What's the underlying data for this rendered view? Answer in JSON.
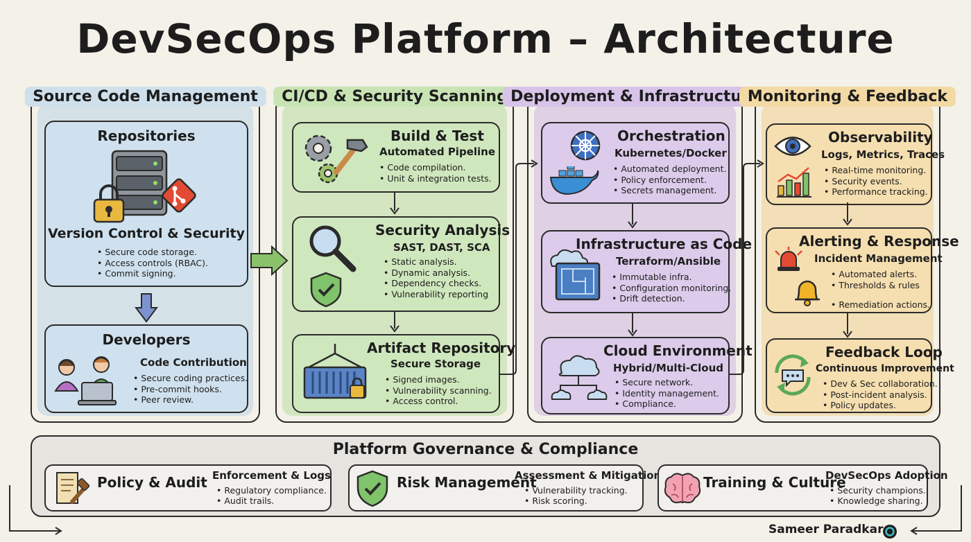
{
  "title": "DevSecOps Platform – Architecture",
  "columns": [
    {
      "title": "Source Code Management",
      "boxes": [
        {
          "title": "Repositories",
          "subtitle": "Version Control & Security",
          "bullets": [
            "Secure code storage.",
            "Access controls (RBAC).",
            "Commit signing."
          ]
        },
        {
          "title": "Developers",
          "subtitle": "Code Contribution",
          "bullets": [
            "Secure coding practices.",
            "Pre-commit hooks.",
            "Peer review."
          ]
        }
      ]
    },
    {
      "title": "CI/CD & Security Scanning",
      "boxes": [
        {
          "title": "Build & Test",
          "subtitle": "Automated Pipeline",
          "bullets": [
            "Code compilation.",
            "Unit & integration tests."
          ]
        },
        {
          "title": "Security Analysis",
          "subtitle": "SAST, DAST, SCA",
          "bullets": [
            "Static analysis.",
            "Dynamic analysis.",
            "Dependency checks.",
            "Vulnerability reporting"
          ]
        },
        {
          "title": "Artifact Repository",
          "subtitle": "Secure Storage",
          "bullets": [
            "Signed images.",
            "Vulnerability scanning.",
            "Access control."
          ]
        }
      ]
    },
    {
      "title": "Deployment & Infrastructure",
      "boxes": [
        {
          "title": "Orchestration",
          "subtitle": "Kubernetes/Docker",
          "bullets": [
            "Automated deployment.",
            "Policy enforcement.",
            "Secrets management."
          ]
        },
        {
          "title": "Infrastructure as Code",
          "subtitle": "Terraform/Ansible",
          "bullets": [
            "Immutable infra.",
            "Configuration monitoring.",
            "Drift detection."
          ]
        },
        {
          "title": "Cloud Environment",
          "subtitle": "Hybrid/Multi-Cloud",
          "bullets": [
            "Secure network.",
            "Identity management.",
            "Compliance."
          ]
        }
      ]
    },
    {
      "title": "Monitoring & Feedback",
      "boxes": [
        {
          "title": "Observability",
          "subtitle": "Logs, Metrics, Traces",
          "bullets": [
            "Real-time monitoring.",
            "Security events.",
            "Performance tracking."
          ]
        },
        {
          "title": "Alerting & Response",
          "subtitle": "Incident Management",
          "bullets": [
            "Automated alerts.",
            "Thresholds & rules",
            "Remediation actions."
          ]
        },
        {
          "title": "Feedback Loop",
          "subtitle": "Continuous Improvement",
          "bullets": [
            "Dev & Sec collaboration.",
            "Post-incident analysis.",
            "Policy updates."
          ]
        }
      ]
    }
  ],
  "governance": {
    "title": "Platform Governance & Compliance",
    "items": [
      {
        "name": "Policy & Audit",
        "subtitle": "Enforcement & Logs",
        "bullets": [
          "Regulatory compliance.",
          "Audit trails."
        ]
      },
      {
        "name": "Risk Management",
        "subtitle": "Assessment & Mitigation",
        "bullets": [
          "Vulnerability tracking.",
          "Risk scoring."
        ]
      },
      {
        "name": "Training & Culture",
        "subtitle": "DevSecOps Adoption",
        "bullets": [
          "Security champions.",
          "Knowledge sharing."
        ]
      }
    ]
  },
  "author": "Sameer Paradkar",
  "colors": {
    "scm": "#b9d3e6",
    "cicd": "#b9dca0",
    "deploy": "#cdb4e0",
    "monitor": "#f0cf8e",
    "governance": "#e6e4df",
    "ink": "#2b2b2b"
  },
  "icons": [
    "server-icon",
    "padlock-icon",
    "git-icon",
    "developers-icon",
    "laptop-icon",
    "gears-icon",
    "hammer-icon",
    "magnifier-icon",
    "shield-check-icon",
    "container-icon",
    "helm-icon",
    "docker-whale-icon",
    "blueprint-icon",
    "cloud-icon",
    "eye-icon",
    "bar-chart-icon",
    "siren-icon",
    "bell-icon",
    "refresh-chat-icon",
    "scroll-gavel-icon",
    "shield-icon",
    "brain-icon",
    "author-badge-icon"
  ]
}
